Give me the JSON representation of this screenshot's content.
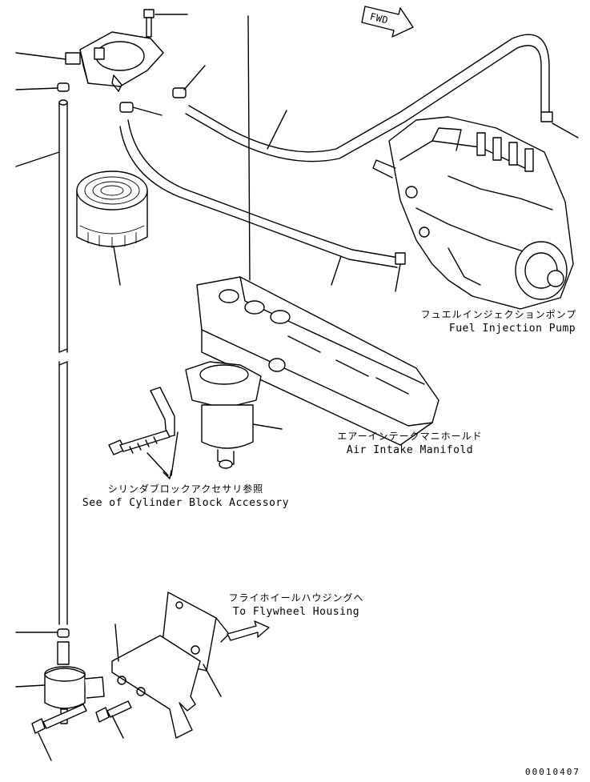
{
  "labels": {
    "fwd": "FWD",
    "fuel_injection_pump_jp": "フュエルインジェクションポンプ",
    "fuel_injection_pump_en": "Fuel Injection Pump",
    "air_intake_manifold_jp": "エアーインテークマニホールド",
    "air_intake_manifold_en": "Air Intake Manifold",
    "cylinder_block_ref_jp": "シリンダブロックアクセサリ参照",
    "cylinder_block_ref_en": "See of Cylinder Block Accessory",
    "flywheel_housing_jp": "フライホイールハウジングへ",
    "flywheel_housing_en": "To Flywheel Housing",
    "drawing_number": "00010407"
  }
}
